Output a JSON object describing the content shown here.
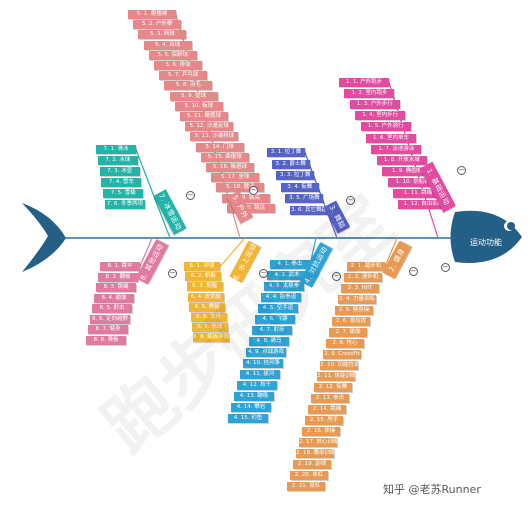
{
  "head_label": "运动功能",
  "watermark": "知乎 @老苏Runner",
  "colors": {
    "spine": "#2a6fa0",
    "fish": "#235f86",
    "pink": "#e07aa0",
    "salmon": "#e6888a",
    "teal": "#23b3a8",
    "blue": "#5563c9",
    "magenta": "#e54aa1",
    "yellow": "#f2b533",
    "cyan": "#2ea4d6",
    "orange": "#e89a52"
  },
  "branches": [
    {
      "id": "b1",
      "color": "#e54aa1",
      "label": "1. 基础运动",
      "items": [
        "1. 1. 户外跑步",
        "1. 2. 室内跑步",
        "1. 3. 户外步行",
        "1. 4. 室内步行",
        "1. 5. 户外骑行",
        "1. 6. 室内单车",
        "1. 7. 泳池游泳",
        "1. 8. 开放水域",
        "1. 9. 椭圆机",
        "1. 10. 划船机",
        "1. 11. 跳绳",
        "1. 12. 自由训练"
      ]
    },
    {
      "id": "b2",
      "color": "#e89a52",
      "label": "2. 健身",
      "items": [
        "2. 1. 踏步机",
        "2. 2. 漫步机",
        "2. 3. HIIT",
        "2. 4. 力量训练",
        "2. 5. 健身操",
        "2. 6. 普拉提",
        "2. 7. 瑜伽",
        "2. 8. 核心",
        "2. 9. CrossFit",
        "2. 10. 功能性训练",
        "2. 11. 体能训练",
        "2. 12. 街舞",
        "2. 13. 拳击",
        "2. 14. 跳绳",
        "2. 15. 甩手",
        "2. 16. 体操",
        "2. 17. 核心训练",
        "2. 18. 腰部训练",
        "2. 19. 韵律",
        "2. 20. 单杠",
        "2. 21. 双杠"
      ]
    },
    {
      "id": "b3",
      "color": "#5563c9",
      "label": "3. 舞蹈",
      "items": [
        "3. 1. 拉丁舞",
        "3. 2. 爵士舞",
        "3. 3. 拉丁舞",
        "3. 4. 街舞",
        "3. 5. 广场舞",
        "3. 6. 其它舞蹈"
      ]
    },
    {
      "id": "b4",
      "color": "#2ea4d6",
      "label": "4. 对抗运动",
      "items": [
        "4. 1. 拳击",
        "4. 2. 武术",
        "4. 3. 太极拳",
        "4. 4. 跆拳道",
        "4. 5. 空手道",
        "4. 6. 飞镖",
        "4. 7. 射箭",
        "4. 8. 骑马",
        "4. 9. 对战游戏",
        "4. 10. 挂风筝",
        "4. 11. 拔河",
        "4. 12. 秋千",
        "4. 13. 蹦极",
        "4. 14. 攀岩",
        "4. 15. 钓鱼"
      ]
    },
    {
      "id": "b5",
      "color": "#e6888a",
      "label": "5. 户外",
      "items": [
        "5. 1. 爬楼梯",
        "5. 2. 户外攀",
        "5. 3. 网球",
        "5. 4. 台球",
        "5. 5. 保龄球",
        "5. 6. 排球",
        "5. 7. 乒乓球",
        "5. 8. 羽毛",
        "5. 9. 壁球",
        "5. 10. 板球",
        "5. 11. 橄榄球",
        "5. 12. 沙滩足球",
        "5. 13. 沙滩排球",
        "5. 14. 门球",
        "5. 15. 曲棍球",
        "5. 16. 躲避球",
        "5. 17. 垒球",
        "5. 18. 毽子",
        "5. 19. 跳高",
        "5. 20. 跳远"
      ]
    },
    {
      "id": "b6",
      "color": "#f2b533",
      "label": "6. 水上运动",
      "items": [
        "6. 1. 冲浪",
        "6. 2. 帆板",
        "6. 3. 划艇",
        "6. 4. 皮划艇",
        "6. 5. 赛艇",
        "6. 6. 龙舟",
        "6. 7. 水球",
        "6. 8. 桨板冲浪"
      ]
    },
    {
      "id": "b7",
      "color": "#23b3a8",
      "label": "7. 冰雪运动",
      "items": [
        "7. 1. 滑冰",
        "7. 2. 冰球",
        "7. 3. 冰壶",
        "7. 4. 雪车",
        "7. 5. 雪橇",
        "7. 6. 冬季两项"
      ]
    },
    {
      "id": "b8",
      "color": "#e07aa0",
      "label": "8. 其他运动",
      "items": [
        "8. 1. 跳伞",
        "8. 2. 蹦极",
        "8. 3. 跳绳",
        "8. 4. 瑜伽",
        "8. 5. 射击",
        "8. 6. 定向越野",
        "8. 7. 健身",
        "8. 8. 滑板"
      ]
    }
  ]
}
